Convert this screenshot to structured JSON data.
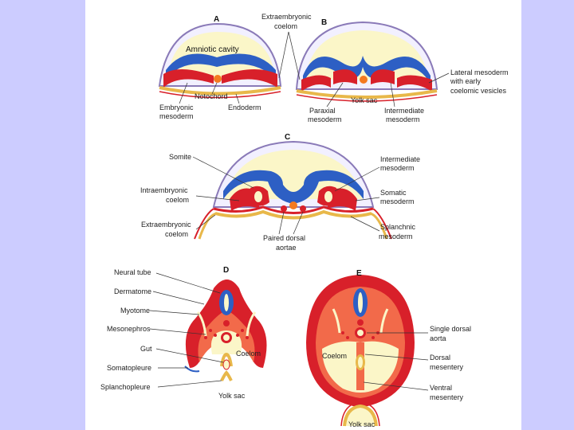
{
  "panels": {
    "A": {
      "letter": "A",
      "amniotic": "Amniotic cavity",
      "notochord": "Notochord",
      "embryonic_mesoderm": [
        "Embryonic",
        "mesoderm"
      ],
      "endoderm": "Endoderm"
    },
    "B": {
      "letter": "B",
      "extraembryonic_coelom": [
        "Extraembryonic",
        "coelom"
      ],
      "lateral_mesoderm": [
        "Lateral mesoderm",
        "with early",
        "coelomic vesicles"
      ],
      "yolk_sac": "Yolk sac",
      "paraxial": [
        "Paraxial",
        "mesoderm"
      ],
      "intermediate": [
        "Intermediate",
        "mesoderm"
      ]
    },
    "C": {
      "letter": "C",
      "somite": "Somite",
      "intraembryonic_coelom": [
        "Intraembryonic",
        "coelom"
      ],
      "extraembryonic_coelom": [
        "Extraembryonic",
        "coelom"
      ],
      "intermediate": [
        "Intermediate",
        "mesoderm"
      ],
      "somatic": [
        "Somatic",
        "mesoderm"
      ],
      "splanchnic": [
        "Splanchnic",
        "mesoderm"
      ],
      "dorsal_aortae": [
        "Paired dorsal",
        "aortae"
      ]
    },
    "D": {
      "letter": "D",
      "neural_tube": "Neural tube",
      "dermatome": "Dermatome",
      "myotome": "Myotome",
      "mesonephros": "Mesonephros",
      "gut": "Gut",
      "somatopleure": "Somatopleure",
      "splanchnopleure": "Splanchopleure",
      "coelom": "Coelom",
      "yolk_sac": "Yolk sac"
    },
    "E": {
      "letter": "E",
      "single_aorta": [
        "Single dorsal",
        "aorta"
      ],
      "dorsal_mesentery": [
        "Dorsal",
        "mesentery"
      ],
      "ventral_mesentery": [
        "Ventral",
        "mesentery"
      ],
      "coelom": "Coelom",
      "yolk_sac": "Yolk sac"
    }
  },
  "colors": {
    "ectoderm": "#2d5fc4",
    "mesoderm": "#d8202a",
    "mesoderm_light": "#f26a4a",
    "endoderm": "#e8b84a",
    "cavity": "#fbf6c8",
    "slide_bg": "#ccccff"
  }
}
